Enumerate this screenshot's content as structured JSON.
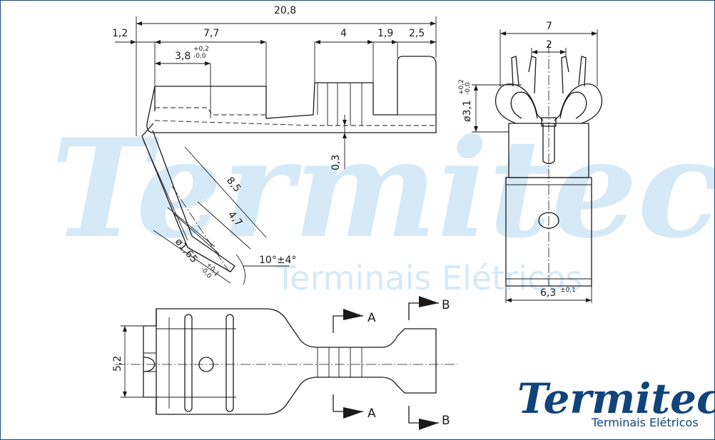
{
  "watermark": {
    "brand": "Termitec",
    "tagline": "Terminais Elétricos"
  },
  "logo": {
    "brand": "Termitec",
    "tagline": "Terminais Elétricos",
    "color": "#10447a"
  },
  "side_view": {
    "dim_total_length": "20,8",
    "dim_offset": "1,2",
    "dim_receptacle": "7,7",
    "dim_crimp": "4",
    "dim_gap": "1,9",
    "dim_tab_end": "2,5",
    "dim_slot": "3,8",
    "dim_slot_tol_plus": "+0,2",
    "dim_slot_tol_minus": "-0,0",
    "dim_thickness": "0,3",
    "dim_bend_length": "8,5",
    "dim_bend_inner": "4,7",
    "dim_hole": "ø1,65",
    "dim_hole_tol_plus": "+0,1",
    "dim_hole_tol_minus": "-0,0",
    "dim_angle": "10°±4°"
  },
  "end_view": {
    "dim_width_top": "7",
    "dim_inner": "2",
    "dim_diameter": "ø3,1",
    "dim_diameter_tol_plus": "+0,2",
    "dim_diameter_tol_minus": "-0,0",
    "dim_tab_width": "6,3",
    "dim_tab_width_tol": "±0,1"
  },
  "top_view": {
    "dim_height": "5,2",
    "section_a": "A",
    "section_b": "B"
  }
}
